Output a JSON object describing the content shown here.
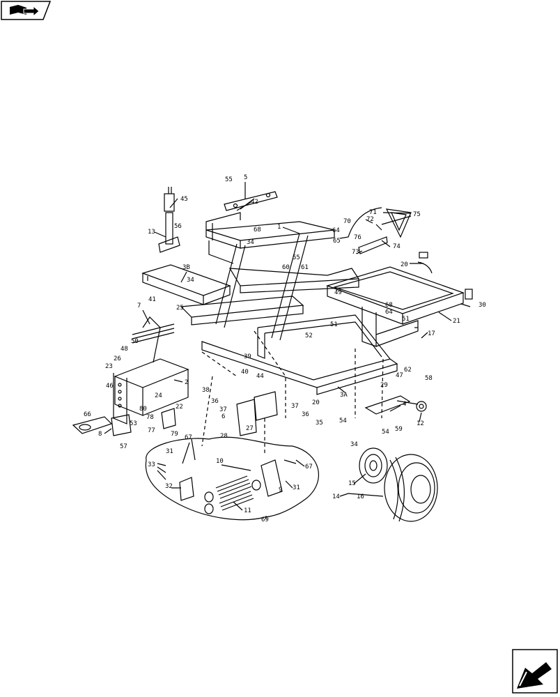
{
  "callouts": [
    {
      "id": "c1",
      "text": "1"
    },
    {
      "id": "c2",
      "text": "2"
    },
    {
      "id": "c3a",
      "text": "3A"
    },
    {
      "id": "c3b",
      "text": "3B"
    },
    {
      "id": "c4",
      "text": "4"
    },
    {
      "id": "c5",
      "text": "5"
    },
    {
      "id": "c6",
      "text": "6"
    },
    {
      "id": "c7",
      "text": "7"
    },
    {
      "id": "c8",
      "text": "8"
    },
    {
      "id": "c9",
      "text": "9"
    },
    {
      "id": "c10",
      "text": "10"
    },
    {
      "id": "c11",
      "text": "11"
    },
    {
      "id": "c12",
      "text": "12"
    },
    {
      "id": "c13",
      "text": "13"
    },
    {
      "id": "c14",
      "text": "14"
    },
    {
      "id": "c15",
      "text": "15"
    },
    {
      "id": "c16",
      "text": "16"
    },
    {
      "id": "c17",
      "text": "17"
    },
    {
      "id": "c20a",
      "text": "20"
    },
    {
      "id": "c20b",
      "text": "20"
    },
    {
      "id": "c21",
      "text": "21"
    },
    {
      "id": "c22",
      "text": "22"
    },
    {
      "id": "c23",
      "text": "23"
    },
    {
      "id": "c24",
      "text": "24"
    },
    {
      "id": "c25",
      "text": "25"
    },
    {
      "id": "c26",
      "text": "26"
    },
    {
      "id": "c27",
      "text": "27"
    },
    {
      "id": "c28",
      "text": "28"
    },
    {
      "id": "c29",
      "text": "29"
    },
    {
      "id": "c30",
      "text": "30"
    },
    {
      "id": "c31a",
      "text": "31"
    },
    {
      "id": "c31b",
      "text": "31"
    },
    {
      "id": "c32",
      "text": "32"
    },
    {
      "id": "c33",
      "text": "33"
    },
    {
      "id": "c34a",
      "text": "34"
    },
    {
      "id": "c34b",
      "text": "34"
    },
    {
      "id": "c34c",
      "text": "34"
    },
    {
      "id": "c35",
      "text": "35"
    },
    {
      "id": "c36a",
      "text": "36"
    },
    {
      "id": "c36b",
      "text": "36"
    },
    {
      "id": "c37a",
      "text": "37"
    },
    {
      "id": "c37b",
      "text": "37"
    },
    {
      "id": "c38",
      "text": "38"
    },
    {
      "id": "c39",
      "text": "39"
    },
    {
      "id": "c40",
      "text": "40"
    },
    {
      "id": "c41",
      "text": "41"
    },
    {
      "id": "c42",
      "text": "42"
    },
    {
      "id": "c44",
      "text": "44"
    },
    {
      "id": "c45",
      "text": "45"
    },
    {
      "id": "c46",
      "text": "46"
    },
    {
      "id": "c47",
      "text": "47"
    },
    {
      "id": "c48",
      "text": "48"
    },
    {
      "id": "c49",
      "text": "49"
    },
    {
      "id": "c50",
      "text": "50"
    },
    {
      "id": "c51a",
      "text": "51"
    },
    {
      "id": "c51b",
      "text": "51"
    },
    {
      "id": "c52",
      "text": "52"
    },
    {
      "id": "c53",
      "text": "53"
    },
    {
      "id": "c54a",
      "text": "54"
    },
    {
      "id": "c54b",
      "text": "54"
    },
    {
      "id": "c55a",
      "text": "55"
    },
    {
      "id": "c55b",
      "text": "55"
    },
    {
      "id": "c56",
      "text": "56"
    },
    {
      "id": "c57",
      "text": "57"
    },
    {
      "id": "c58",
      "text": "58"
    },
    {
      "id": "c59",
      "text": "59"
    },
    {
      "id": "c60",
      "text": "60"
    },
    {
      "id": "c61",
      "text": "61"
    },
    {
      "id": "c62",
      "text": "62"
    },
    {
      "id": "c64a",
      "text": "64"
    },
    {
      "id": "c64b",
      "text": "64"
    },
    {
      "id": "c65",
      "text": "65"
    },
    {
      "id": "c66",
      "text": "66"
    },
    {
      "id": "c67a",
      "text": "67"
    },
    {
      "id": "c67b",
      "text": "67"
    },
    {
      "id": "c68a",
      "text": "68"
    },
    {
      "id": "c68b",
      "text": "68"
    },
    {
      "id": "c69",
      "text": "69"
    },
    {
      "id": "c70",
      "text": "70"
    },
    {
      "id": "c71",
      "text": "71"
    },
    {
      "id": "c72",
      "text": "72"
    },
    {
      "id": "c73",
      "text": "73"
    },
    {
      "id": "c74",
      "text": "74"
    },
    {
      "id": "c75",
      "text": "75"
    },
    {
      "id": "c76",
      "text": "76"
    },
    {
      "id": "c77",
      "text": "77"
    },
    {
      "id": "c78",
      "text": "78"
    },
    {
      "id": "c79",
      "text": "79"
    },
    {
      "id": "c80",
      "text": "80"
    }
  ],
  "icons": {
    "top_left": "book-icon",
    "bottom_right": "next-page-arrow-icon"
  },
  "colors": {
    "line": "#000000",
    "background": "#ffffff"
  }
}
